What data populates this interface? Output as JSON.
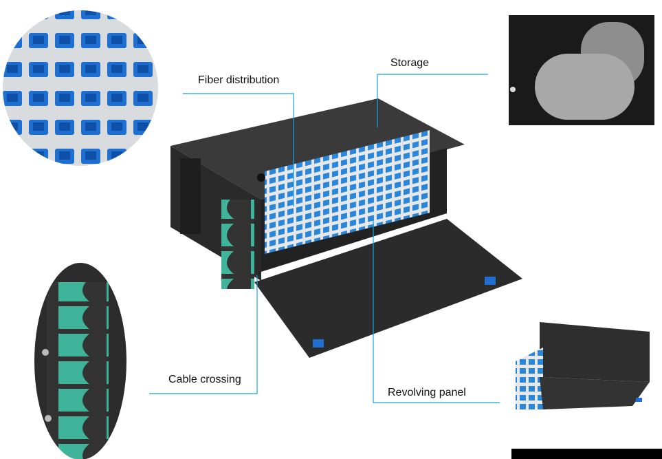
{
  "labels": {
    "fiber_distribution": "Fiber distribution",
    "storage": "Storage",
    "cable_crossing": "Cable crossing",
    "revolving_panel": "Revolving panel"
  },
  "colors": {
    "leader_line": "#1aa0e0",
    "chassis": "#2e2e2e",
    "adapter_blue": "#1e6fd0",
    "cable_guide": "#3fb49a"
  }
}
